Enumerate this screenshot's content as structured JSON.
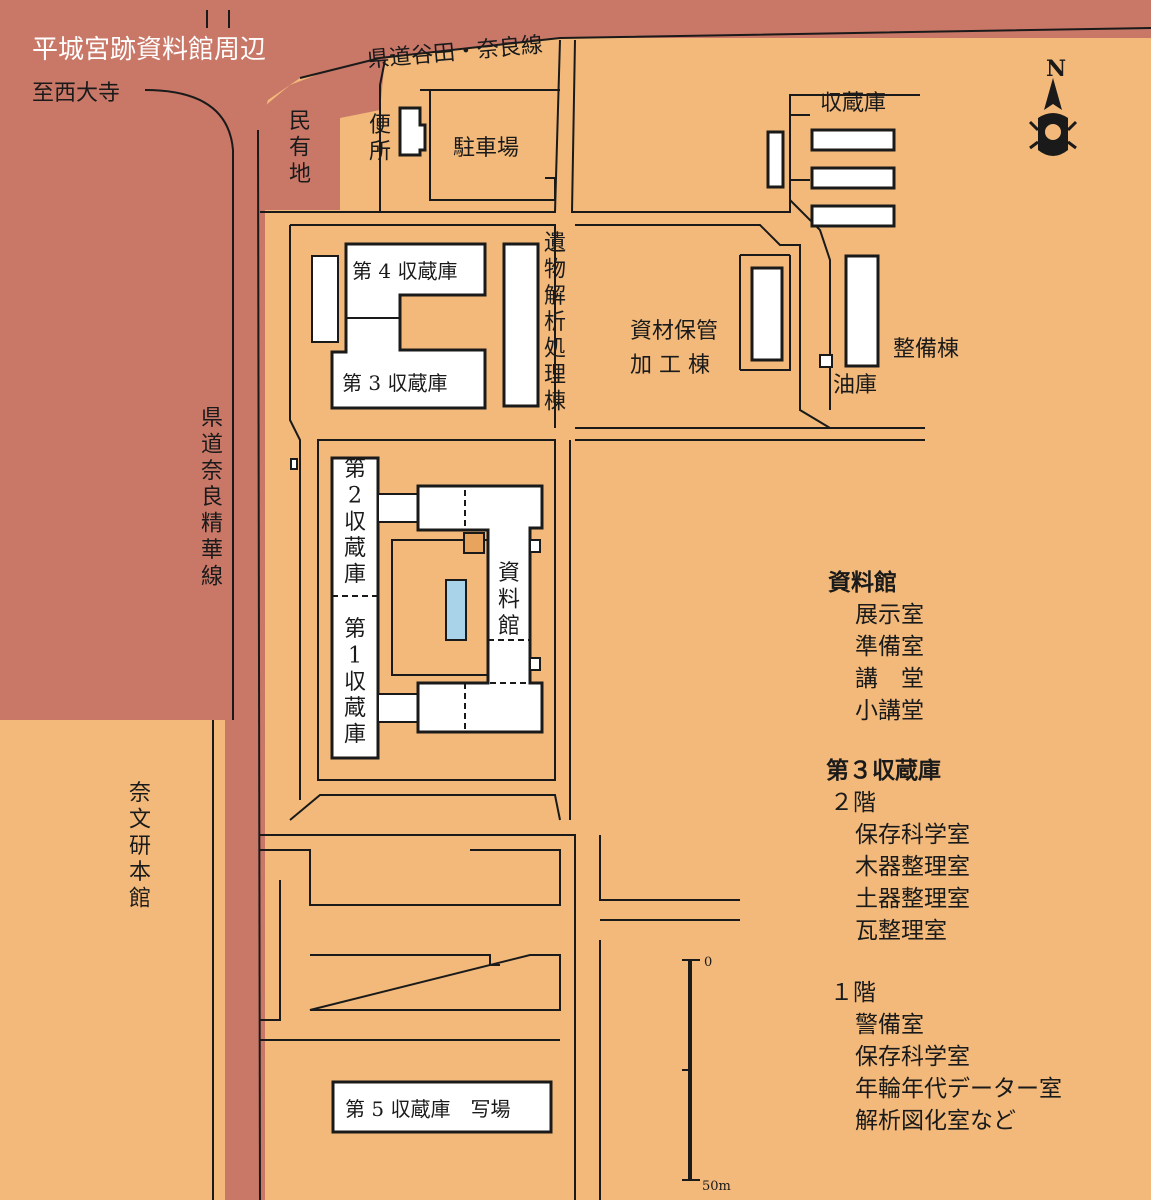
{
  "title": "平城宮跡資料館周辺",
  "colors": {
    "ground": "#f2b97a",
    "road": "#c97868",
    "building": "#ffffff",
    "line": "#1a1a1a",
    "pond": "#a9d3e8"
  },
  "roads": {
    "north": "県道谷田・奈良線",
    "west": "県道奈良精華線",
    "to_saidaiji": "至西大寺"
  },
  "north_mark": {
    "letter": "N",
    "icon": "compass-rose-icon"
  },
  "labels": {
    "private_land": "民有地",
    "toilet": "便所",
    "parking": "駐車場",
    "storage": "収蔵庫",
    "storage4": "第 4 収蔵庫",
    "storage3": "第 3 収蔵庫",
    "analysis": "遺物解析処理棟",
    "materials_l1": "資材保管",
    "materials_l2": "加 工 棟",
    "oil": "油庫",
    "maintenance": "整備棟",
    "storage2": "第2収蔵庫",
    "storage1": "第1収蔵庫",
    "museum": "資料館",
    "nabunken": "奈文研本館",
    "storage5": "第 5 収蔵庫　写場"
  },
  "scale": {
    "top": "0",
    "bottom": "50m"
  },
  "legend": {
    "museum_head": "資料館",
    "museum_rooms": [
      "展示室",
      "準備室",
      "講　堂",
      "小講堂"
    ],
    "storage3_head": "第３収蔵庫",
    "floor2": "２階",
    "floor2_rooms": [
      "保存科学室",
      "木器整理室",
      "土器整理室",
      "瓦整理室"
    ],
    "floor1": "１階",
    "floor1_rooms": [
      "警備室",
      "保存科学室",
      "年輪年代データー室",
      "解析図化室など"
    ]
  }
}
